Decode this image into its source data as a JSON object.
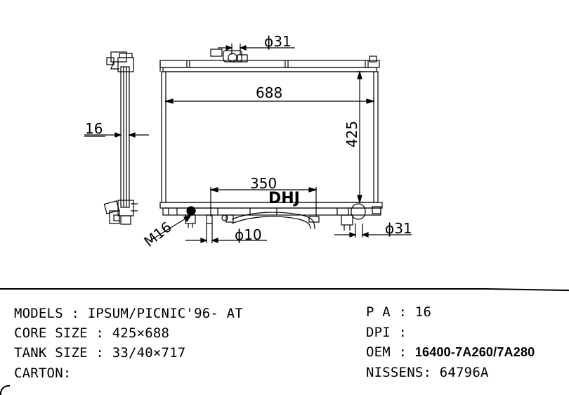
{
  "drawing": {
    "brand": "DHJ",
    "dimensions": {
      "thickness": "16",
      "width": "688",
      "height": "425",
      "top_outlet": "ϕ31",
      "bottom_outlet": "ϕ31",
      "oil_cooler": "ϕ10",
      "oil_spacing": "350",
      "drain_thread": "M16"
    }
  },
  "specs": {
    "models_label": "MODELS",
    "models_value": "IPSUM/PICNIC'96- AT",
    "core_label": "CORE SIZE",
    "core_value": "425×688",
    "tank_label": "TANK SIZE",
    "tank_value": "33/40×717",
    "carton_label": "CARTON:",
    "pa_label": "P A",
    "pa_value": "16",
    "dpi_label": "DPI",
    "dpi_value": "",
    "oem_label": "OEM",
    "oem_value": "16400-7A260/7A280",
    "nissens_label": "NISSENS:",
    "nissens_value": "64796A"
  }
}
